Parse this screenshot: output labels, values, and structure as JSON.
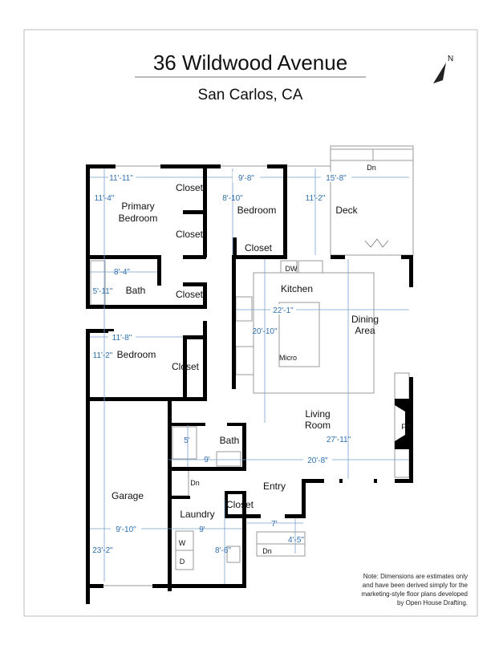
{
  "header": {
    "title": "36 Wildwood Avenue",
    "subtitle": "San Carlos, CA",
    "north_label": "N"
  },
  "rooms": {
    "primary_bedroom": [
      "Primary",
      "Bedroom"
    ],
    "closet": "Closet",
    "bedroom": "Bedroom",
    "deck": "Deck",
    "bath": "Bath",
    "kitchen": "Kitchen",
    "dining": [
      "Dining",
      "Area"
    ],
    "living": [
      "Living",
      "Room"
    ],
    "garage": "Garage",
    "laundry": "Laundry",
    "entry": "Entry",
    "fp": "FP",
    "dn": "Dn",
    "dw": "DW",
    "micro": "Micro",
    "washer": "W",
    "dryer": "D"
  },
  "dimensions": {
    "primary_w": "11'-11\"",
    "primary_h": "11'-4\"",
    "bed1_w": "9'-8\"",
    "bed1_h": "8'-10\"",
    "deck_w": "15'-8\"",
    "deck_h": "11'-2\"",
    "bath1_w": "8'-4\"",
    "bath1_h": "5'-11\"",
    "kitchen_w": "22'-1\"",
    "kitchen_h": "20'-10\"",
    "bed2_w": "11'-8\"",
    "bed2_h": "11'-2\"",
    "bath2_h": "5'",
    "bath2_w": "9'",
    "living_w": "20'-8\"",
    "living_h": "27'-11\"",
    "garage_w": "9'-10\"",
    "garage_h": "23'-2\"",
    "laundry_w": "9'",
    "laundry_h": "8'-6\"",
    "entry_w": "7'",
    "entry_h": "4'-5\""
  },
  "note": [
    "Note: Dimensions are estimates only",
    "and have been derived simply for the",
    "marketing-style floor plans developed",
    "by Open House Drafting."
  ]
}
